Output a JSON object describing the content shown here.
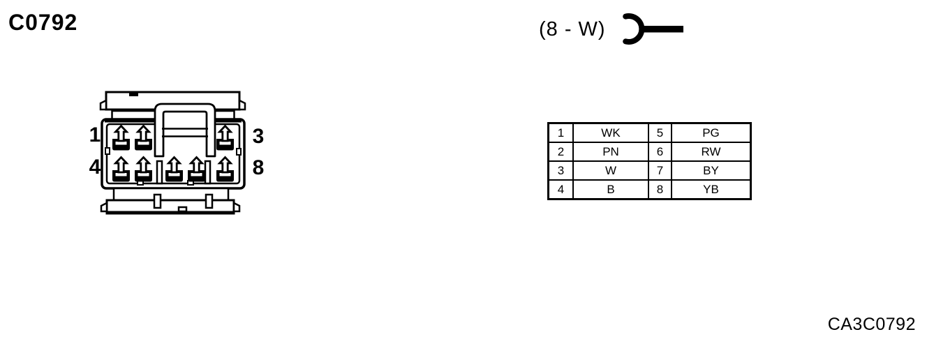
{
  "colors": {
    "ink": "#000000",
    "paper": "#ffffff"
  },
  "header": {
    "connector_id": "C0792",
    "wire_spec": "(8 - W)",
    "wire_spec_icon": "open-barrel-terminal-icon"
  },
  "connector_face": {
    "icon": "connector-face-diagram",
    "pin_corner_labels": {
      "top_left": "1",
      "top_right": "3",
      "bottom_left": "4",
      "bottom_right": "8"
    }
  },
  "pin_table": {
    "rows": [
      [
        "1",
        "WK",
        "5",
        "PG"
      ],
      [
        "2",
        "PN",
        "6",
        "RW"
      ],
      [
        "3",
        "W",
        "7",
        "BY"
      ],
      [
        "4",
        "B",
        "8",
        "YB"
      ]
    ]
  },
  "footer": {
    "figure_code": "CA3C0792"
  }
}
